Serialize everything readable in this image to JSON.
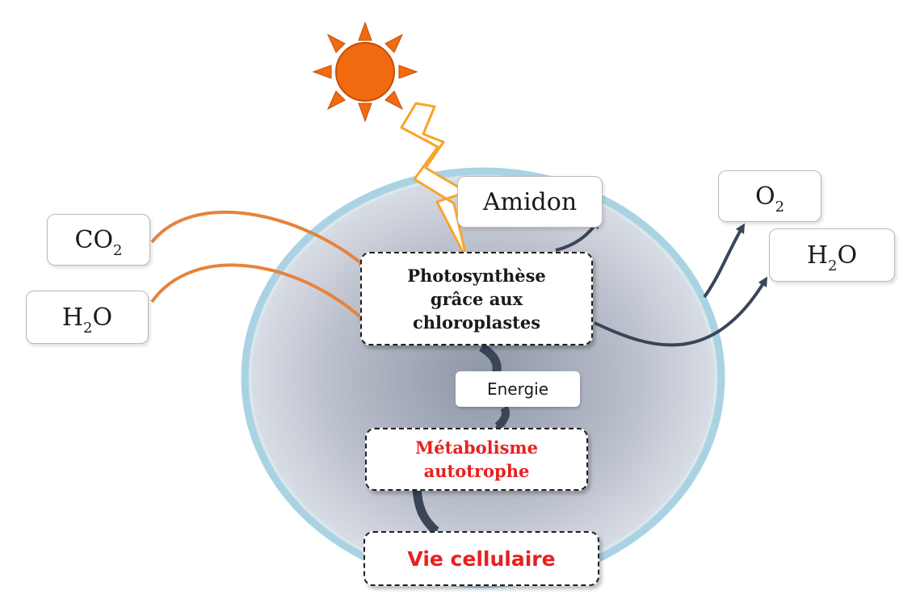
{
  "inputs": {
    "co2": {
      "main": "CO",
      "sub": "2"
    },
    "h2o": {
      "main_a": "H",
      "sub": "2",
      "main_b": "O"
    }
  },
  "outputs": {
    "amidon": "Amidon",
    "o2": {
      "main": "O",
      "sub": "2"
    },
    "h2o": {
      "main_a": "H",
      "sub": "2",
      "main_b": "O"
    }
  },
  "process": {
    "line1": "Photosynthèse",
    "line2": "grâce aux",
    "line3": "chloroplastes"
  },
  "energy_label": "Energie",
  "metabolism": {
    "line1": "Métabolisme",
    "line2": "autotrophe"
  },
  "cell_life": "Vie cellulaire",
  "colors": {
    "input_arrow": "#e8823a",
    "output_arrow": "#3a4558",
    "sun": "#f26a10",
    "lightning": "#f7a42b",
    "cell_border": "#a9d3e3",
    "highlight_text": "#e8201f"
  },
  "icons": [
    "sun-icon",
    "lightning-icon"
  ]
}
